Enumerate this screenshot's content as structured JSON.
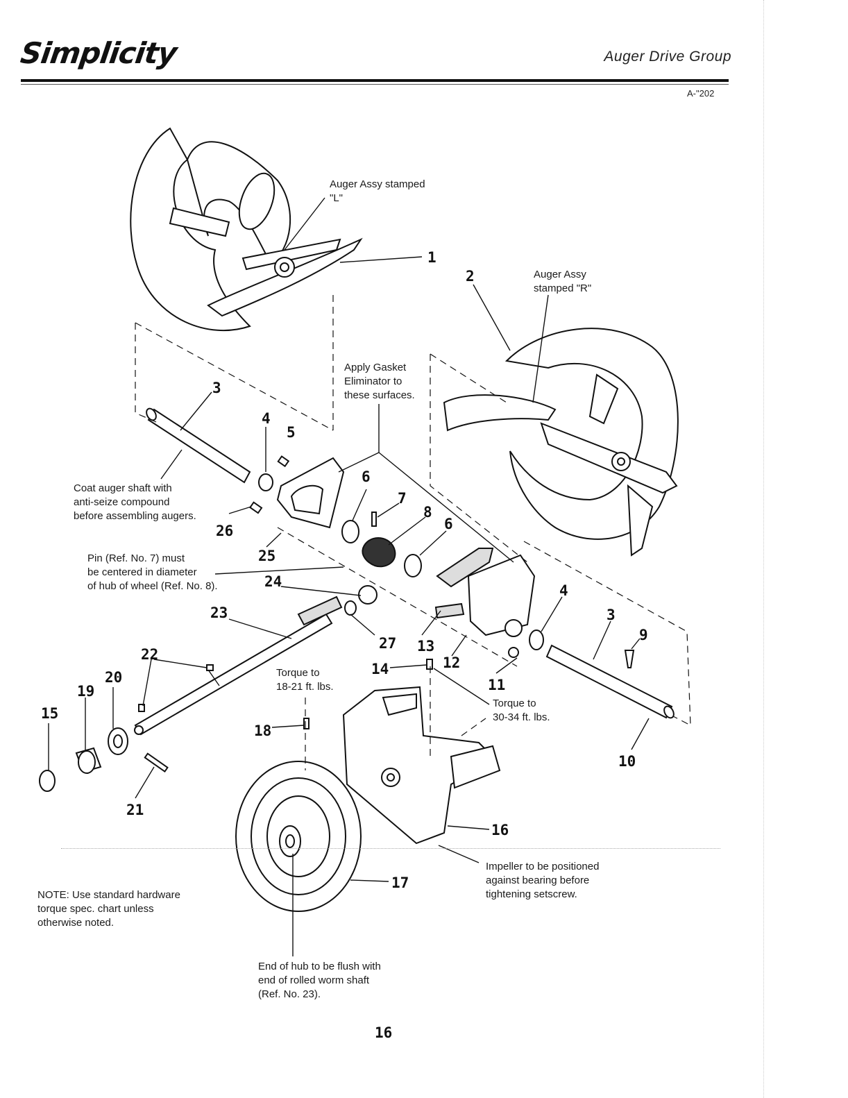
{
  "header": {
    "brand": "Simplicity",
    "title": "Auger Drive Group",
    "doc_code": "A-\"202"
  },
  "notes": {
    "auger_l": "Auger Assy stamped\n\"L\"",
    "auger_r": "Auger Assy\nstamped \"R\"",
    "gasket": "Apply Gasket\nEliminator to\nthese surfaces.",
    "coat_shaft": "Coat auger shaft with\nanti-seize compound\nbefore assembling augers.",
    "pin_centered": "Pin (Ref. No. 7) must\nbe centered in diameter\nof hub of wheel (Ref. No. 8).",
    "torque_18": "Torque to\n18-21 ft. lbs.",
    "torque_30": "Torque to\n30-34 ft. lbs.",
    "impeller": "Impeller to be positioned\nagainst bearing before\ntightening setscrew.",
    "standard_hw": "NOTE: Use standard hardware\ntorque spec. chart unless\notherwise noted.",
    "hub_flush": "End of hub to be flush with\nend of rolled worm shaft\n(Ref. No. 23)."
  },
  "callouts": [
    "1",
    "2",
    "3",
    "4",
    "5",
    "26",
    "6",
    "7",
    "8",
    "6",
    "25",
    "24",
    "4",
    "3",
    "9",
    "23",
    "27",
    "13",
    "22",
    "14",
    "12",
    "20",
    "19",
    "11",
    "15",
    "18",
    "10",
    "21",
    "16",
    "17"
  ],
  "page_number": "16"
}
